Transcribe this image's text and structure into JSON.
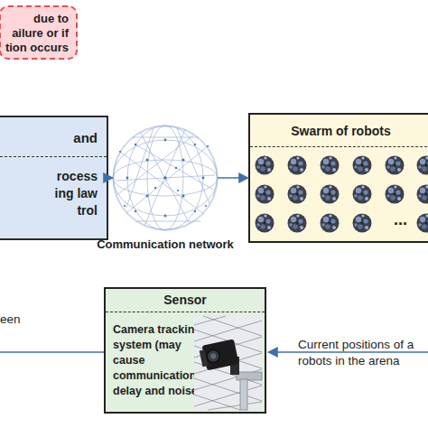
{
  "diagram": {
    "nodes": [
      {
        "text": [
          "due to ailure or if tion occurs"
        ]
      },
      {
        "text": [
          "and",
          "rocess ing law trol"
        ]
      },
      {
        "text": [
          "Communication network"
        ]
      },
      {
        "text": [
          "Swarm of robots"
        ]
      },
      {
        "text": [
          "Sensor",
          "Camera tracking system (may cause communication delay and noise)"
        ]
      }
    ],
    "edges": [
      {
        "from": 1,
        "to": 2,
        "arrow": "to"
      },
      {
        "from": 2,
        "to": 3,
        "arrow": "to"
      }
    ],
    "labels": [
      "een",
      "Current positions of a robots in the arena",
      "..."
    ]
  }
}
